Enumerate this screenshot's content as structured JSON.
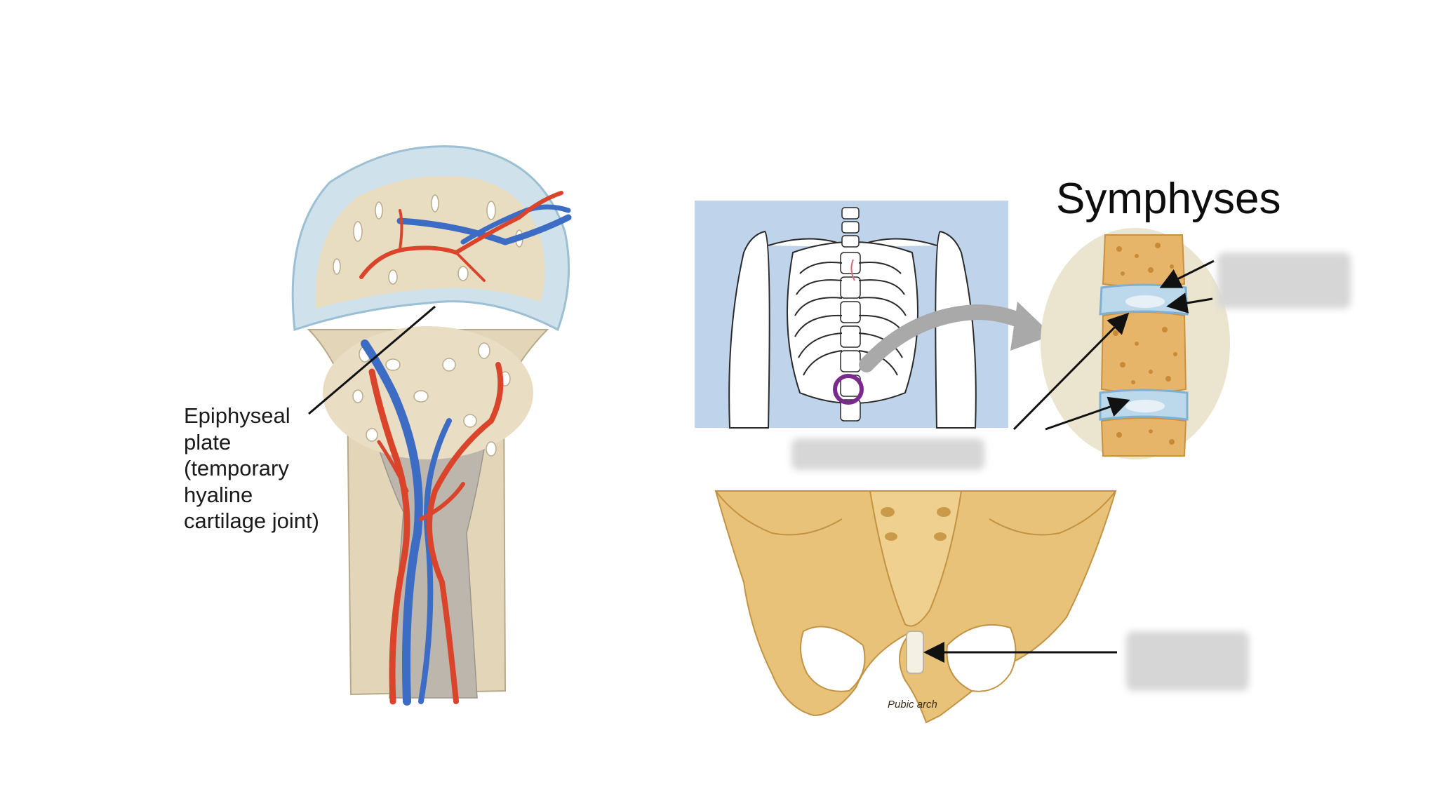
{
  "epiphyseal_label": {
    "lines": [
      "Epiphyseal",
      "plate",
      "(temporary",
      "hyaline",
      "cartilage joint)"
    ]
  },
  "title": "Symphyses",
  "pubic_arch_label": "Pubic arch",
  "colors": {
    "artery": "#d9442b",
    "vein": "#3d6cc4",
    "cartilage": "#cfe2ec",
    "bone": "#e7d9b8",
    "pelvis": "#e9c27a",
    "vertebra": "#e7b56a",
    "disc": "#bcd9ec",
    "thorax_bg": "#bfd3ea",
    "highlight_ring": "#7a2a8c"
  }
}
